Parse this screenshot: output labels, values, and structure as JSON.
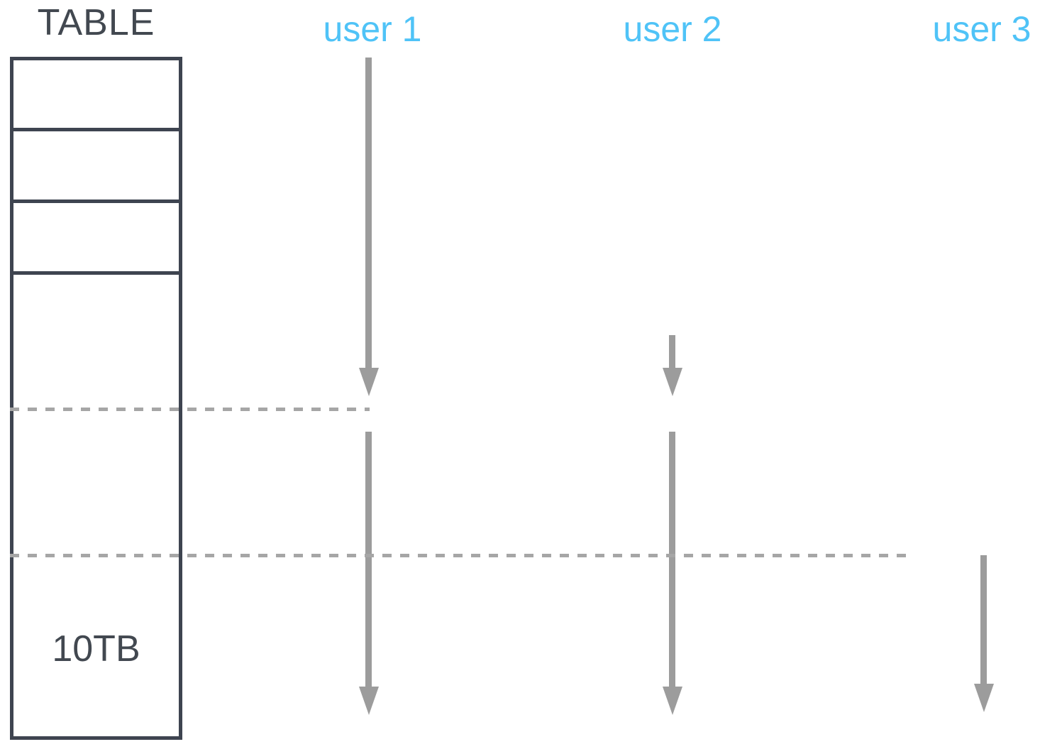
{
  "diagram": {
    "table": {
      "title": "TABLE",
      "capacity_label": "10TB",
      "visible_row_dividers": 3
    },
    "users": [
      {
        "label": "user 1",
        "arrow_segments": 2
      },
      {
        "label": "user 2",
        "arrow_segments": 2
      },
      {
        "label": "user 3",
        "arrow_segments": 1
      }
    ],
    "dashed_progress_lines": 2,
    "colors": {
      "table_outline": "#3e4450",
      "dark_text": "#424850",
      "user_label_text": "#4fc3f7",
      "arrow": "#9c9c9c",
      "dashed_line": "#a6a6a6"
    }
  }
}
